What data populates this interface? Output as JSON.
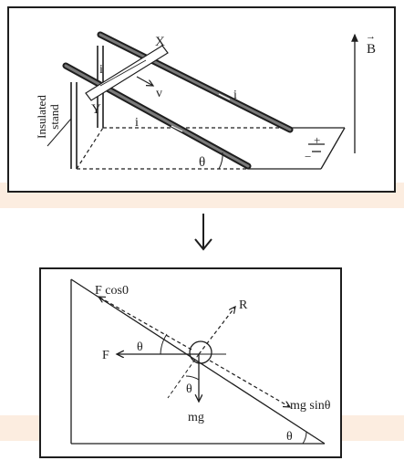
{
  "top_figure": {
    "labels": {
      "insulated": "Insulated",
      "stand": "stand",
      "rod_x": "X",
      "rod_y": "Y",
      "current_1": "i",
      "current_2": "i",
      "current_3": "i",
      "velocity": "v",
      "angle": "θ",
      "field_arrow": "→",
      "field": "B",
      "battery_plus": "+",
      "battery_minus": "−"
    }
  },
  "flow_arrow": {
    "direction": "down"
  },
  "bottom_figure": {
    "labels": {
      "f_cos": "F cos0",
      "normal": "R",
      "force": "F",
      "angle_1": "θ",
      "angle_2": "θ",
      "angle_3": "θ",
      "weight": "mg",
      "weight_component": "mg sinθ"
    }
  },
  "colors": {
    "ink": "#1e1e1e",
    "rail": "#505050",
    "watermark": "#fbe8d8"
  }
}
